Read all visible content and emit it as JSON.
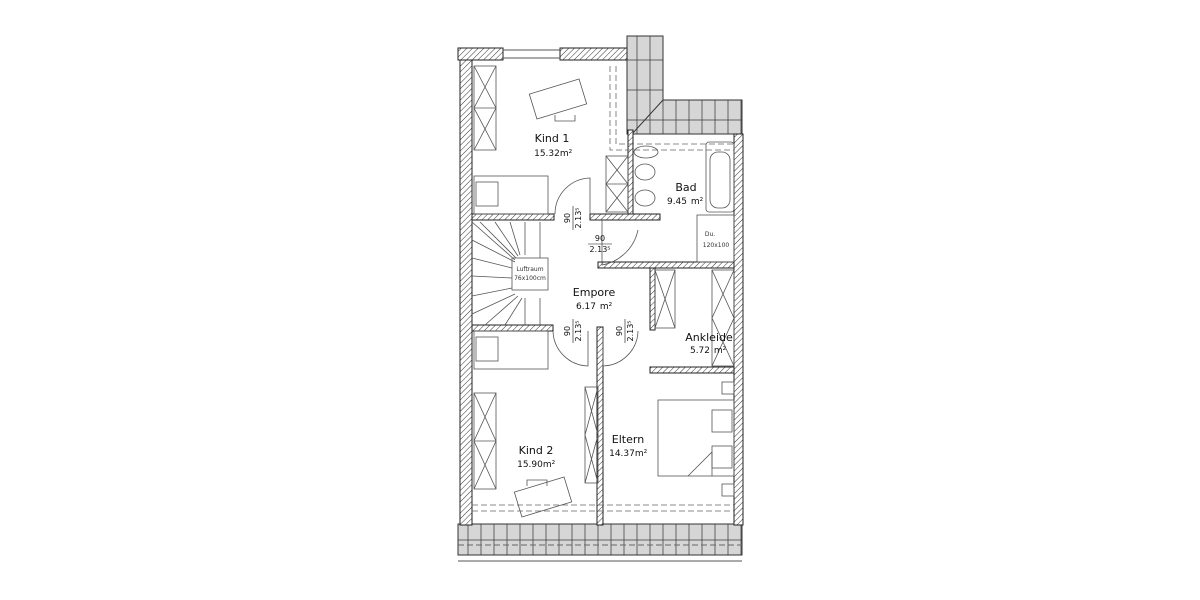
{
  "rooms": [
    {
      "name": "Kind 1",
      "area": "15.32"
    },
    {
      "name": "Bad",
      "area": "9.45"
    },
    {
      "name": "Empore",
      "area": "6.17"
    },
    {
      "name": "Ankleide",
      "area": "5.72"
    },
    {
      "name": "Kind 2",
      "area": "15.90"
    },
    {
      "name": "Eltern",
      "area": "14.37"
    }
  ],
  "unit": "m²",
  "stair_void": {
    "label": "Luftraum",
    "size": "76x100cm"
  },
  "shower": {
    "label": "Du.",
    "size": "120x100"
  },
  "door": {
    "width": "90",
    "height": "2.13⁵"
  }
}
